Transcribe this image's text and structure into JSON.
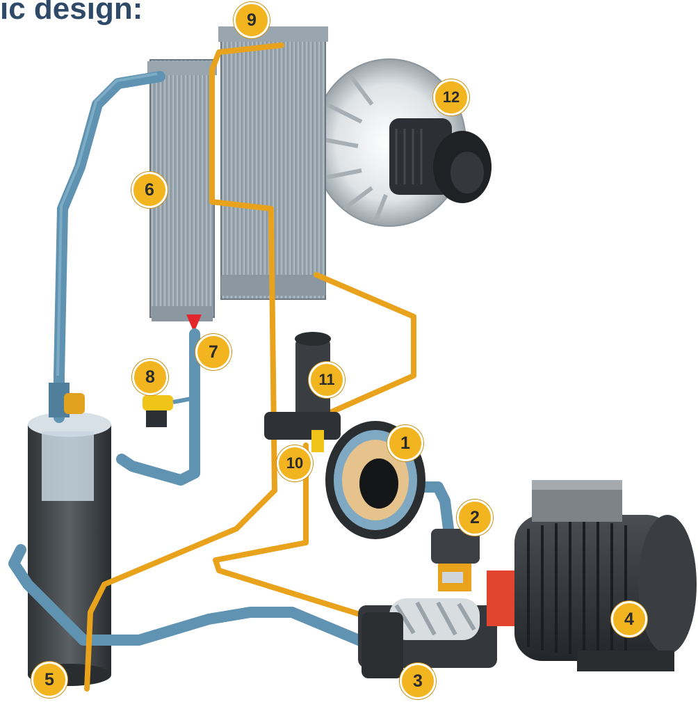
{
  "title": "ic design:",
  "callouts": [
    {
      "id": "1",
      "label": "1"
    },
    {
      "id": "2",
      "label": "2"
    },
    {
      "id": "3",
      "label": "3"
    },
    {
      "id": "4",
      "label": "4"
    },
    {
      "id": "5",
      "label": "5"
    },
    {
      "id": "6",
      "label": "6"
    },
    {
      "id": "7",
      "label": "7"
    },
    {
      "id": "8",
      "label": "8"
    },
    {
      "id": "9",
      "label": "9"
    },
    {
      "id": "10",
      "label": "10"
    },
    {
      "id": "11",
      "label": "11"
    },
    {
      "id": "12",
      "label": "12"
    }
  ],
  "colors": {
    "title": "#2f4a68",
    "callout": "#f2b51f",
    "oil_pipe": "#e8a21c",
    "air_pipe": "#5b8fae",
    "cooler": "#8a98a3",
    "housing": "#3a3d40"
  }
}
